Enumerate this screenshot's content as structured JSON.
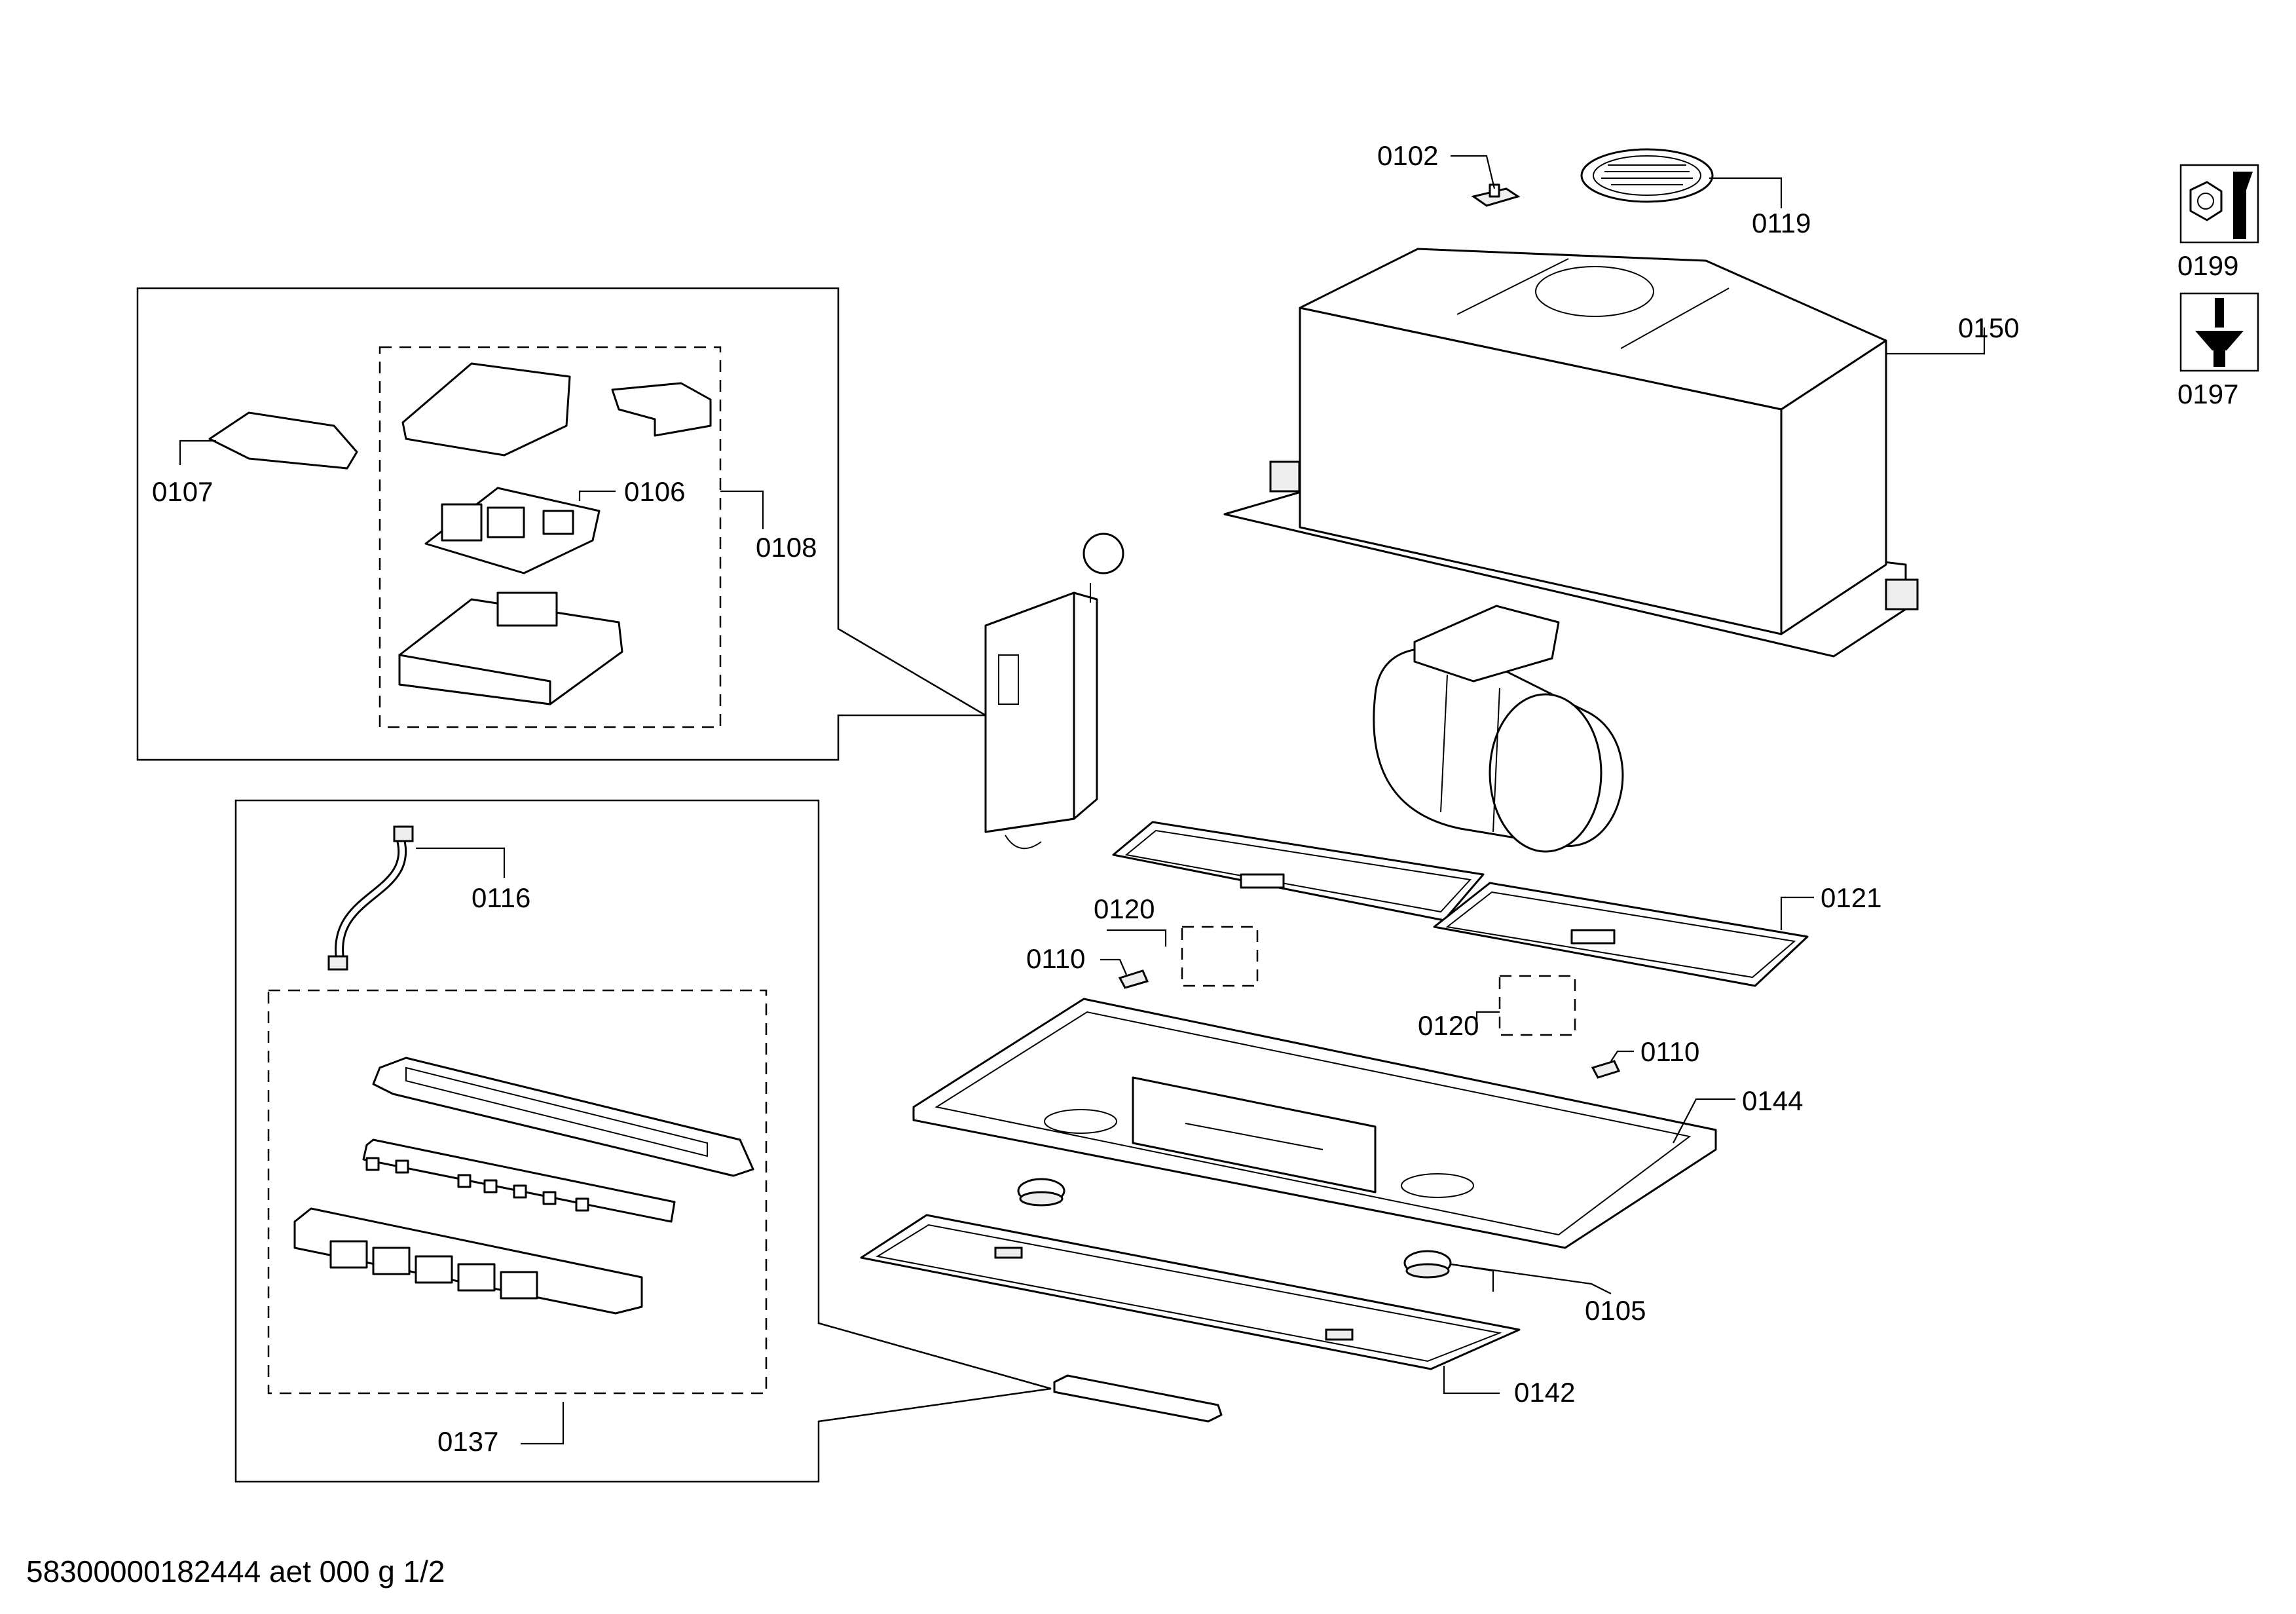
{
  "labels": {
    "p0102": "0102",
    "p0119": "0119",
    "p0150": "0150",
    "p0107": "0107",
    "p0106": "0106",
    "p0108": "0108",
    "p0116": "0116",
    "p0120a": "0120",
    "p0110a": "0110",
    "p0121": "0121",
    "p0120b": "0120",
    "p0110b": "0110",
    "p0144": "0144",
    "p0105": "0105",
    "p0142": "0142",
    "p0137": "0137",
    "p0199": "0199",
    "p0197": "0197"
  },
  "footer": "58300000182444 aet 000 g 1/2"
}
